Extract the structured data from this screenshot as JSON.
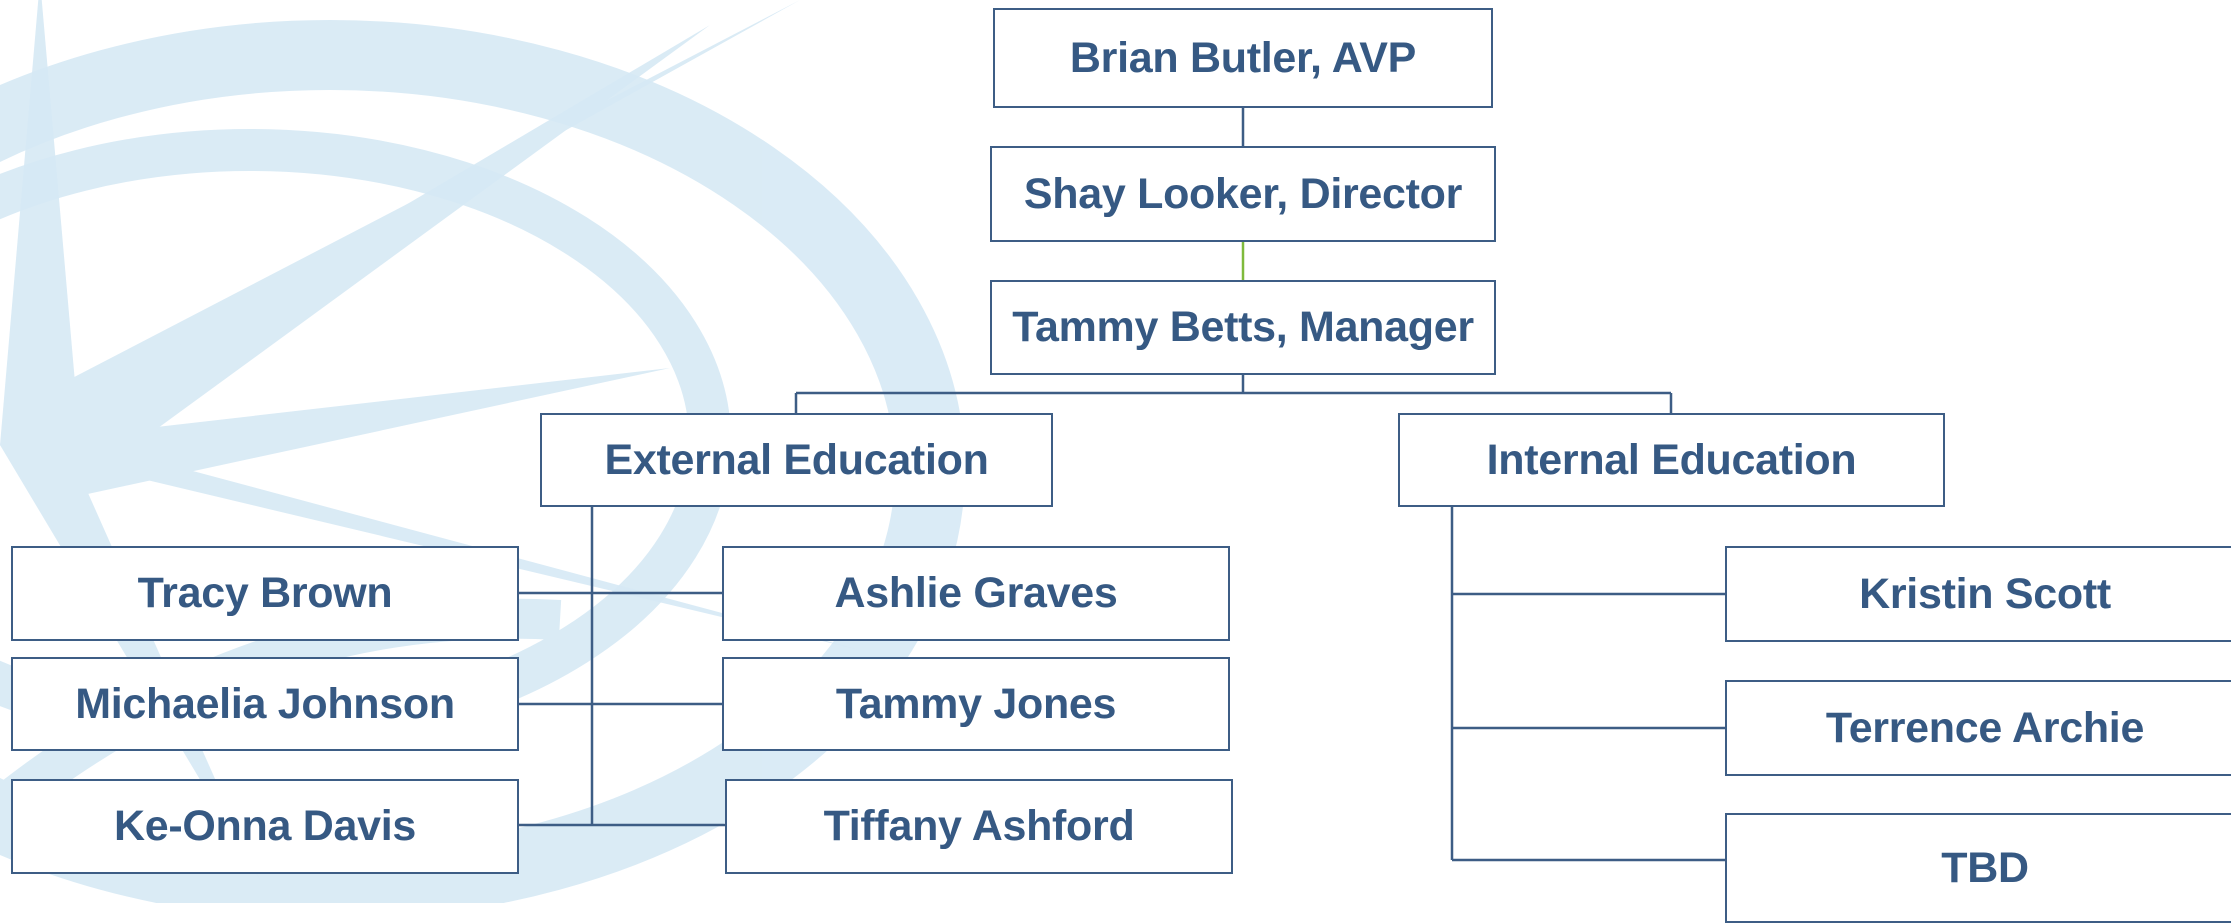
{
  "org_chart": {
    "top": {
      "name": "Brian Butler, AVP"
    },
    "director": {
      "name": "Shay Looker, Director"
    },
    "manager": {
      "name": "Tammy Betts, Manager"
    },
    "external": {
      "label": "External Education",
      "left_members": [
        "Tracy Brown",
        "Michaelia Johnson",
        "Ke-Onna Davis"
      ],
      "right_members": [
        "Ashlie Graves",
        "Tammy Jones",
        "Tiffany Ashford"
      ]
    },
    "internal": {
      "label": "Internal Education",
      "members": [
        "Kristin Scott",
        "Terrence Archie",
        "TBD"
      ]
    }
  },
  "colors": {
    "box_border": "#3d5d85",
    "text": "#365983",
    "connector": "#3d5d85",
    "connector_accent": "#7fba3c",
    "watermark": "#d6e9f5"
  },
  "background_icon": "compass-rose-watermark"
}
